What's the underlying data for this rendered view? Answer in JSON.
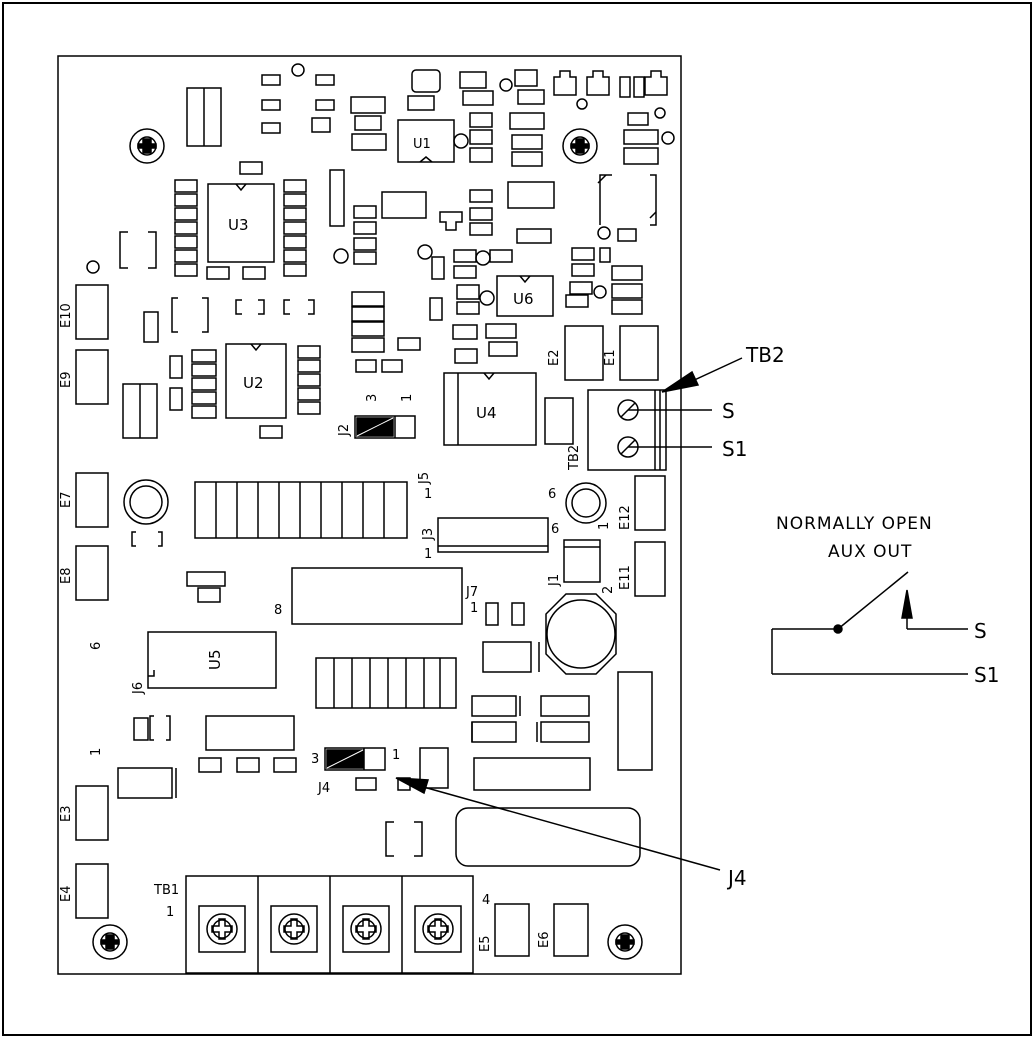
{
  "board": {
    "components": {
      "u1": "U1",
      "u2": "U2",
      "u3": "U3",
      "u4": "U4",
      "u5": "U5",
      "u6": "U6"
    },
    "terminals": {
      "e1": "E1",
      "e2": "E2",
      "e3": "E3",
      "e4": "E4",
      "e5": "E5",
      "e6": "E6",
      "e7": "E7",
      "e8": "E8",
      "e9": "E9",
      "e10": "E10",
      "e11": "E11",
      "e12": "E12"
    },
    "jumpers": {
      "j1": "J1",
      "j2": "J2",
      "j3": "J3",
      "j4": "J4",
      "j5": "J5",
      "j6": "J6",
      "j7": "J7"
    },
    "blocks": {
      "tb1": "TB1",
      "tb2": "TB2"
    },
    "pins": {
      "j2_3": "3",
      "j2_1": "1",
      "j5_1": "1",
      "j3_6a": "6",
      "j3_6b": "6",
      "j3_1": "1",
      "j1_1": "1",
      "j1_2": "2",
      "j7_1": "1",
      "j7_8": "8",
      "e8_6": "6",
      "j6_1": "1",
      "j4_3": "3",
      "j4_1": "1",
      "tb1_1": "1",
      "tb1_4": "4"
    }
  },
  "callouts": {
    "tb2": "TB2",
    "s": "S",
    "s1": "S1",
    "j4": "J4"
  },
  "aux_diagram": {
    "line1": "NORMALLY OPEN",
    "line2": "AUX OUT",
    "s": "S",
    "s1": "S1"
  }
}
